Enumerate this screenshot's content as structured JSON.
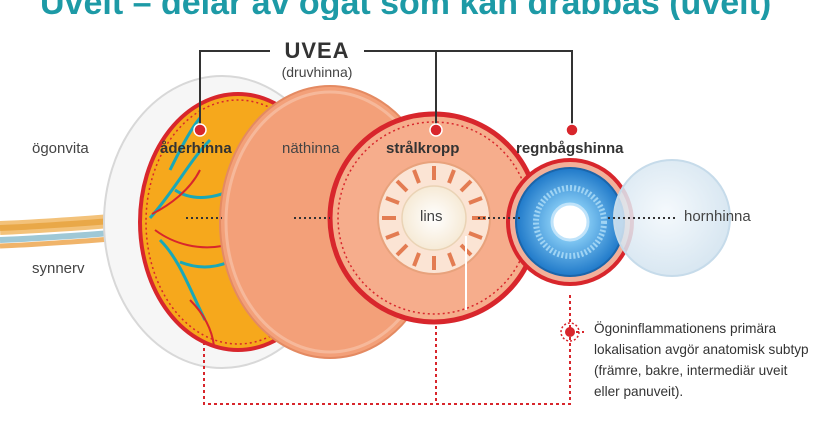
{
  "header": {
    "title_cropped": "Uveit – delar av ögat som kan drabbas (uveit)"
  },
  "labels": {
    "uvea": "UVEA",
    "uvea_sub": "(druvhinna)",
    "ogonvita": "ögonvita",
    "aderhinna": "åderhinna",
    "nathinna": "näthinna",
    "stralkropp": "strålkropp",
    "regnbagshinna": "regnbågshinna",
    "lins": "lins",
    "hornhinna": "hornhinna",
    "synnerv": "synnerv"
  },
  "note": "Ögoninflammationens primära lokalisation avgör anatomisk subtyp (främre, bakre, intermediär uveit eller panuveit).",
  "colors": {
    "title": "#1d9aa6",
    "red_outline": "#d8262c",
    "choroid": "#f6a81c",
    "retina": "#f3a079",
    "ciliary": "#f4a786",
    "iris": "#2e8fd9",
    "cornea": "#dbe9f3",
    "vessel": "#19a8b8"
  }
}
